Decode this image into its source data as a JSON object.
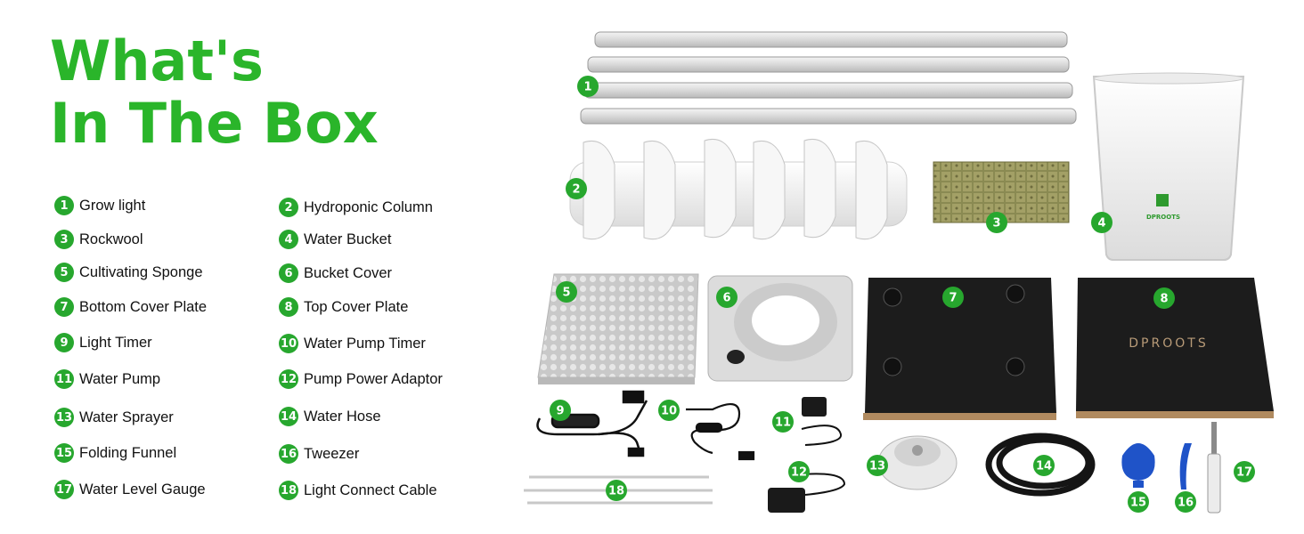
{
  "title": {
    "line1": "What's",
    "line2": "In The Box"
  },
  "items": [
    {
      "num": "1",
      "label": "Grow light"
    },
    {
      "num": "2",
      "label": "Hydroponic Column"
    },
    {
      "num": "3",
      "label": "Rockwool"
    },
    {
      "num": "4",
      "label": "Water Bucket"
    },
    {
      "num": "5",
      "label": "Cultivating Sponge"
    },
    {
      "num": "6",
      "label": "Bucket Cover"
    },
    {
      "num": "7",
      "label": "Bottom Cover Plate"
    },
    {
      "num": "8",
      "label": "Top Cover Plate"
    },
    {
      "num": "9",
      "label": "Light Timer"
    },
    {
      "num": "10",
      "label": "Water Pump Timer"
    },
    {
      "num": "11",
      "label": "Water Pump"
    },
    {
      "num": "12",
      "label": "Pump Power Adaptor"
    },
    {
      "num": "13",
      "label": "Water Sprayer"
    },
    {
      "num": "14",
      "label": "Water Hose"
    },
    {
      "num": "15",
      "label": "Folding Funnel"
    },
    {
      "num": "16",
      "label": "Tweezer"
    },
    {
      "num": "17",
      "label": "Water Level Gauge"
    },
    {
      "num": "18",
      "label": "Light Connect Cable"
    }
  ],
  "photo": {
    "bucket_brand": "DPROOTS",
    "plate_brand": "DPROOTS",
    "pins": [
      "1",
      "2",
      "3",
      "4",
      "5",
      "6",
      "7",
      "8",
      "9",
      "10",
      "11",
      "12",
      "13",
      "14",
      "15",
      "16",
      "17",
      "18"
    ]
  },
  "colors": {
    "title_green": "#2ab52a",
    "badge_green": "#27a72e"
  }
}
